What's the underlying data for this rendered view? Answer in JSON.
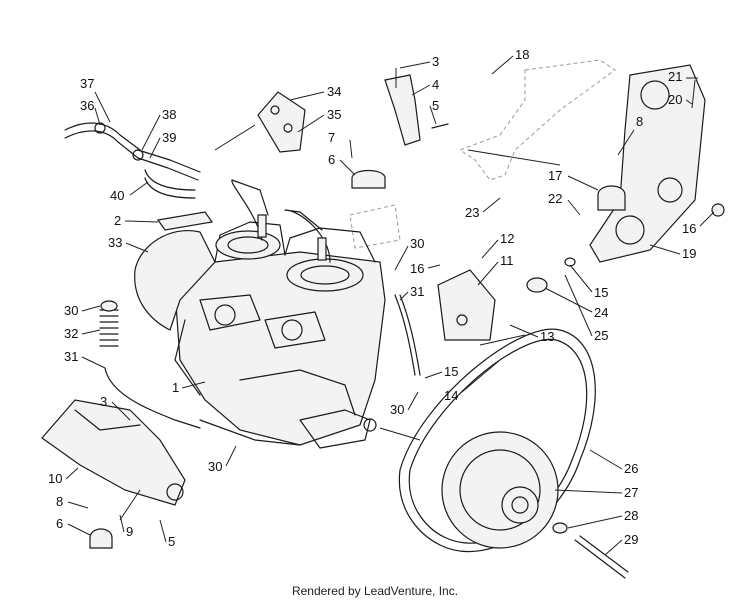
{
  "footer": "Rendered by LeadVenture, Inc.",
  "callouts": [
    "37",
    "36",
    "38",
    "39",
    "40",
    "2",
    "33",
    "34",
    "35",
    "7",
    "6",
    "3",
    "4",
    "5",
    "18",
    "21",
    "20",
    "8",
    "17",
    "22",
    "23",
    "16",
    "19",
    "30",
    "12",
    "11",
    "16",
    "31",
    "15",
    "24",
    "25",
    "13",
    "30",
    "32",
    "31",
    "1",
    "3",
    "10",
    "8",
    "6",
    "9",
    "5",
    "30",
    "15",
    "14",
    "30",
    "26",
    "27",
    "28",
    "29"
  ]
}
